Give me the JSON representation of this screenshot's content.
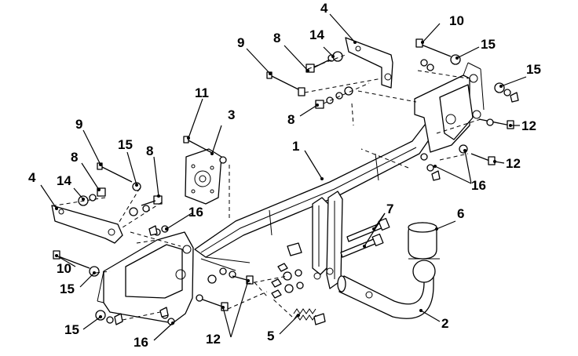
{
  "diagram": {
    "callouts": [
      {
        "id": "c1",
        "label": "1"
      },
      {
        "id": "c2",
        "label": "2"
      },
      {
        "id": "c3",
        "label": "3"
      },
      {
        "id": "c4a",
        "label": "4"
      },
      {
        "id": "c4b",
        "label": "4"
      },
      {
        "id": "c5",
        "label": "5"
      },
      {
        "id": "c6",
        "label": "6"
      },
      {
        "id": "c7",
        "label": "7"
      },
      {
        "id": "c8a",
        "label": "8"
      },
      {
        "id": "c8b",
        "label": "8"
      },
      {
        "id": "c8c",
        "label": "8"
      },
      {
        "id": "c8d",
        "label": "8"
      },
      {
        "id": "c9a",
        "label": "9"
      },
      {
        "id": "c9b",
        "label": "9"
      },
      {
        "id": "c10a",
        "label": "10"
      },
      {
        "id": "c10b",
        "label": "10"
      },
      {
        "id": "c11",
        "label": "11"
      },
      {
        "id": "c12a",
        "label": "12"
      },
      {
        "id": "c12b",
        "label": "12"
      },
      {
        "id": "c12c",
        "label": "12"
      },
      {
        "id": "c14a",
        "label": "14"
      },
      {
        "id": "c14b",
        "label": "14"
      },
      {
        "id": "c15a",
        "label": "15"
      },
      {
        "id": "c15b",
        "label": "15"
      },
      {
        "id": "c15c",
        "label": "15"
      },
      {
        "id": "c15d",
        "label": "15"
      },
      {
        "id": "c15e",
        "label": "15"
      },
      {
        "id": "c16a",
        "label": "16"
      },
      {
        "id": "c16b",
        "label": "16"
      },
      {
        "id": "c16c",
        "label": "16"
      }
    ]
  }
}
